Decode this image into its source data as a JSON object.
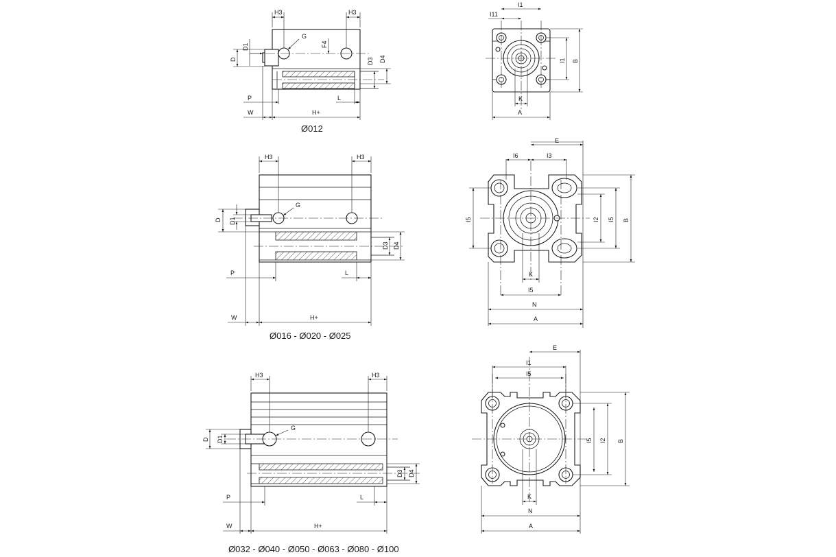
{
  "labels": {
    "H3": "H3",
    "G": "G",
    "D": "D",
    "D1": "D1",
    "D3": "D3",
    "D4": "D4",
    "F4": "F4",
    "P": "P",
    "L": "L",
    "W": "W",
    "Hplus": "H+",
    "I1": "I1",
    "I11": "I11",
    "I2": "I2",
    "I3": "I3",
    "I5": "I5",
    "I6": "I6",
    "K": "K",
    "A": "A",
    "B": "B",
    "E": "E",
    "N": "N"
  },
  "captions": {
    "row1": "Ø012",
    "row2": "Ø016 - Ø020 - Ø025",
    "row3": "Ø032 - Ø040 - Ø050 - Ø063 - Ø080 - Ø100"
  }
}
